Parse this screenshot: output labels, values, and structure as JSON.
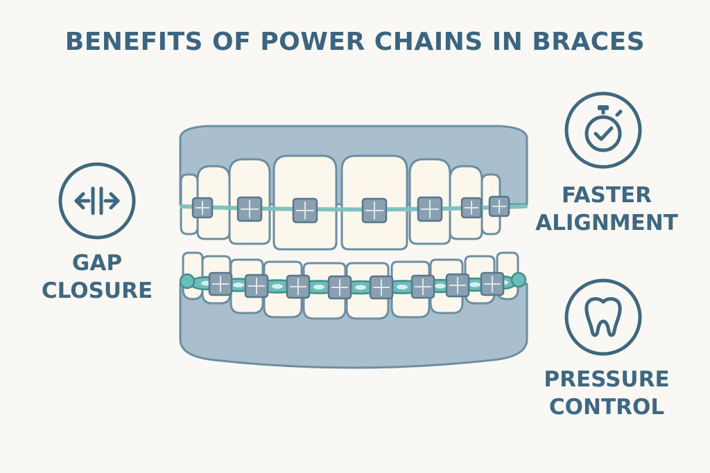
{
  "title": "BENEFITS OF POWER CHAINS IN BRACES",
  "benefits": [
    {
      "line1": "GAP",
      "line2": "CLOSURE",
      "icon": "gap-closure-arrows-icon"
    },
    {
      "line1": "FASTER",
      "line2": "ALIGNMENT",
      "icon": "stopwatch-check-icon"
    },
    {
      "line1": "PRESSURE",
      "line2": "CONTROL",
      "icon": "tooth-icon"
    }
  ],
  "colors": {
    "primary": "#3b6580",
    "gum": "#a7bccb",
    "tooth": "#fbf7ec",
    "bracket": "#8aa0b0",
    "wire": "#7fc3c0",
    "chain": "#6cbcb8",
    "background": "#faf8f4"
  }
}
